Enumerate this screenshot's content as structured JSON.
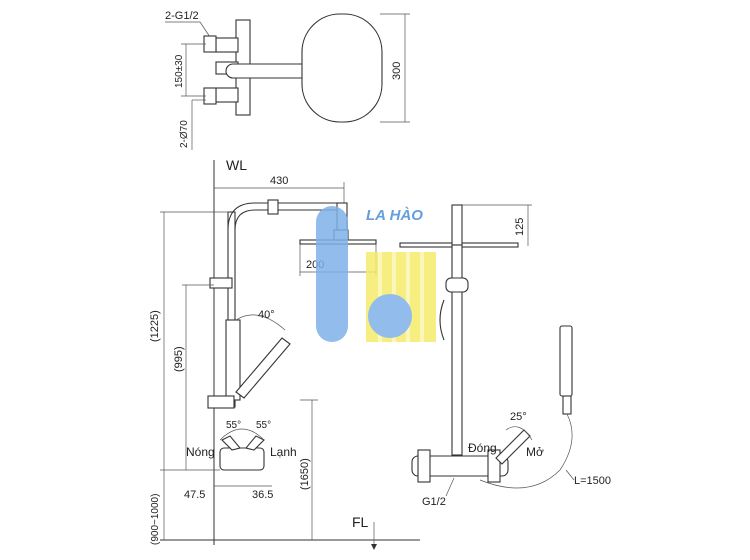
{
  "top_view": {
    "inlet_label": "2-G1/2",
    "spacing_label": "150±30",
    "flange_label": "2-Ø70",
    "head_height_label": "300"
  },
  "front_view": {
    "wall_label": "WL",
    "arm_length_label": "430",
    "head_width_label": "200",
    "angle_handshower_label": "40°",
    "total_height_label": "(1225)",
    "bar_height_label": "(995)",
    "handle_angle_left_label": "55°",
    "handle_angle_right_label": "55°",
    "hot_label": "Nóng",
    "cold_label": "Lạnh",
    "mixer_height_label": "(1650)",
    "offset_left_label": "47.5",
    "offset_right_label": "36.5",
    "install_range_label": "(900~1000)",
    "floor_label": "FL"
  },
  "side_view": {
    "head_depth_label": "125",
    "angle_label": "25°",
    "close_label": "Đóng",
    "open_label": "Mở",
    "inlet_label": "G1/2",
    "hose_label": "L=1500"
  },
  "watermark": {
    "text": "LA HÀO",
    "colors": {
      "blue": "#7fb1e8",
      "yellow": "#f5ec6a",
      "text": "#4a8fd8"
    }
  }
}
